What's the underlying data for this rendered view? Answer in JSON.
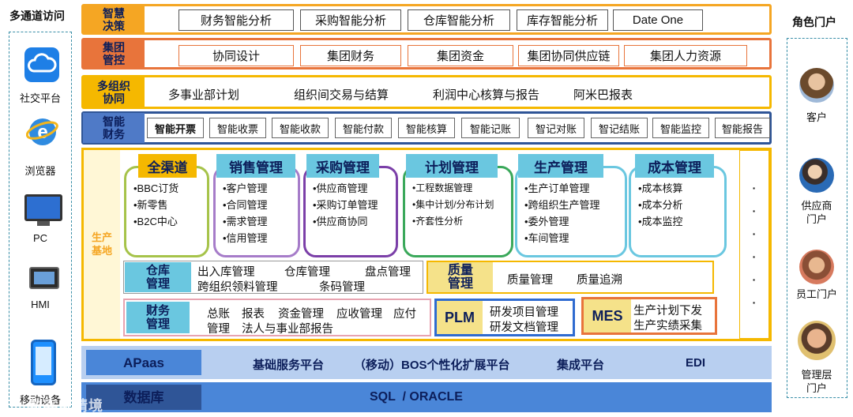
{
  "channels": {
    "title": "多通道访问",
    "items": [
      {
        "label": "社交平台",
        "icon": "cloud-icon"
      },
      {
        "label": "浏览器",
        "icon": "browser-icon"
      },
      {
        "label": "PC",
        "icon": "monitor-icon"
      },
      {
        "label": "HMI",
        "icon": "tablet-icon"
      },
      {
        "label": "移动设备",
        "icon": "phone-icon"
      }
    ]
  },
  "portals": {
    "title": "角色门户",
    "items": [
      "客户",
      "供应商门户",
      "员工门户",
      "管理层门户"
    ],
    "label_lines": [
      [
        "客户"
      ],
      [
        "供应商",
        "门户"
      ],
      [
        "员工门户"
      ],
      [
        "管理层",
        "门户"
      ]
    ]
  },
  "rows": {
    "smart_decision": {
      "label": "智慧决策",
      "items": [
        "财务智能分析",
        "采购智能分析",
        "仓库智能分析",
        "库存智能分析",
        "Date One"
      ],
      "color": "#f5a623"
    },
    "group_control": {
      "label": "集团管控",
      "items": [
        "协同设计",
        "集团财务",
        "集团资金",
        "集团协同供应链",
        "集团人力资源"
      ],
      "color": "#e8743b"
    },
    "multi_org": {
      "label": "多组织协同",
      "items": [
        "多事业部计划",
        "组织间交易与结算",
        "利润中心核算与报告",
        "阿米巴报表"
      ],
      "color": "#f5b800"
    },
    "smart_finance": {
      "label": "智能财务",
      "items": [
        "智能开票",
        "智能收票",
        "智能收款",
        "智能付款",
        "智能核算",
        "智能记账",
        "智记对账",
        "智记结账",
        "智能监控",
        "智能报告"
      ],
      "color": "#2f5597"
    }
  },
  "production": {
    "label": "生产基地",
    "modules": [
      {
        "title": "全渠道",
        "items": [
          "•BBC订货",
          "•新零售",
          "•B2C中心"
        ],
        "color": "#a6c34a"
      },
      {
        "title": "销售管理",
        "items": [
          "•客户管理",
          "•合同管理",
          "•需求管理",
          "•信用管理"
        ],
        "color": "#a67cc9"
      },
      {
        "title": "采购管理",
        "items": [
          "•供应商管理",
          "•采购订单管理",
          "•供应商协同"
        ],
        "color": "#7b3fa8"
      },
      {
        "title": "计划管理",
        "items": [
          "•工程数据管理",
          "•集中计划/分布计划",
          "•齐套性分析"
        ],
        "color": "#3aa85a"
      },
      {
        "title": "生产管理",
        "items": [
          "•生产订单管理",
          "•跨组织生产管理",
          "•委外管理",
          "•车间管理"
        ],
        "color": "#6ac7e0"
      },
      {
        "title": "成本管理",
        "items": [
          "•成本核算",
          "•成本分析",
          "•成本监控"
        ],
        "color": "#6ac7e0"
      }
    ],
    "warehouse": {
      "label": "仓库管理",
      "line1": [
        "出入库管理",
        "仓库管理",
        "盘点管理"
      ],
      "line2": [
        "跨组织领料管理",
        "条码管理"
      ]
    },
    "quality": {
      "label": "质量管理",
      "items": [
        "质量管理",
        "质量追溯"
      ]
    },
    "finance": {
      "label": "财务管理",
      "line1": [
        "总账",
        "报表",
        "资金管理",
        "应收管理",
        "应付"
      ],
      "line2": [
        "管理",
        "法人与事业部报告"
      ]
    },
    "plm": {
      "label": "PLM",
      "items": [
        "研发项目管理",
        "研发文档管理"
      ]
    },
    "mes": {
      "label": "MES",
      "items": [
        "生产计划下发",
        "生产实绩采集"
      ]
    },
    "dots": [
      "·",
      "·",
      "·",
      "·",
      "·",
      "·"
    ]
  },
  "platform": {
    "apaas": {
      "label": "APaas",
      "items": [
        "基础服务平台",
        "（移动）BOS个性化扩展平台",
        "集成平台",
        "EDI"
      ]
    },
    "database": {
      "label": "数据库",
      "value": "SQL  / ORACLE"
    }
  },
  "watermark": "数字化精境"
}
